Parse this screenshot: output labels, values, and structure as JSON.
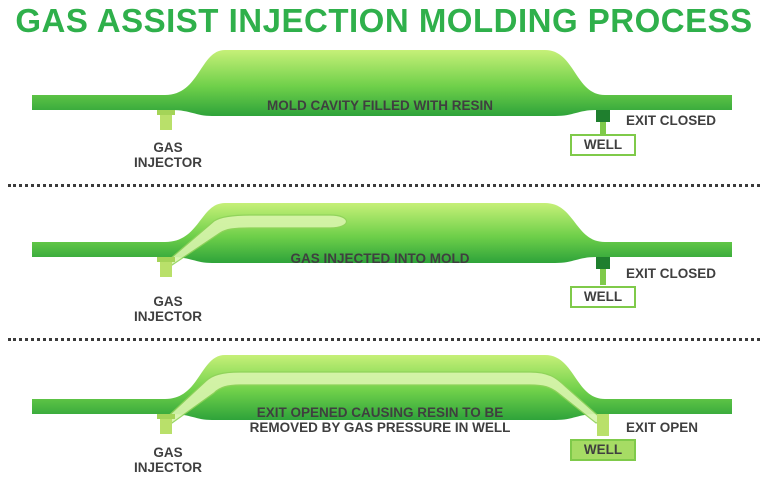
{
  "title": "GAS ASSIST INJECTION MOLDING PROCESS",
  "colors": {
    "title": "#2fb04b",
    "resin_light": "#b7ea6a",
    "resin_dark": "#2ea33a",
    "gas_channel": "#d9f5ad",
    "injector": "#b9e06a",
    "well_border": "#7fca4a",
    "well_fill": "#a6dc64",
    "label_text": "#3f3f3f"
  },
  "stages": [
    {
      "caption": "MOLD CAVITY FILLED WITH RESIN",
      "injector_label": "GAS\nINJECTOR",
      "exit_label": "EXIT CLOSED",
      "well_label": "WELL"
    },
    {
      "caption": "GAS INJECTED INTO MOLD",
      "injector_label": "GAS\nINJECTOR",
      "exit_label": "EXIT CLOSED",
      "well_label": "WELL"
    },
    {
      "caption": "EXIT OPENED CAUSING RESIN TO BE\nREMOVED BY GAS PRESSURE IN WELL",
      "injector_label": "GAS\nINJECTOR",
      "exit_label": "EXIT OPEN",
      "well_label": "WELL"
    }
  ]
}
